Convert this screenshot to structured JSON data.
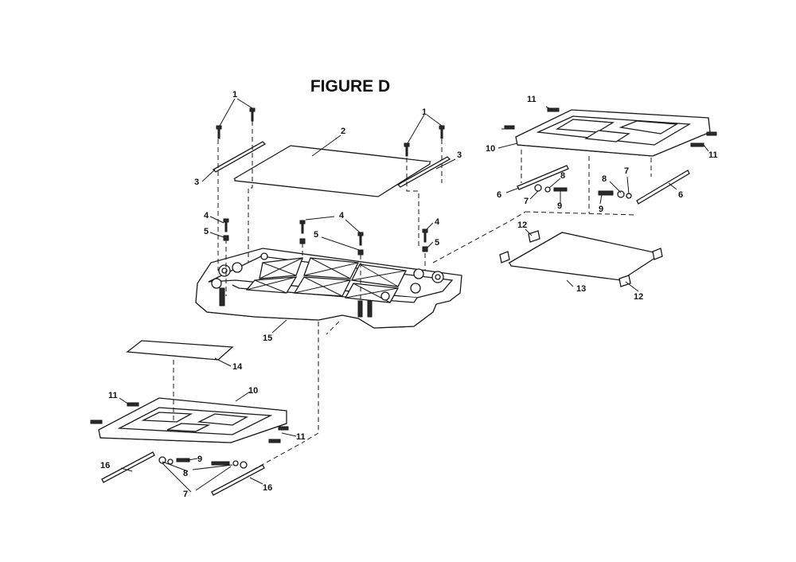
{
  "figure_title": "FIGURE D",
  "callouts": {
    "c1a": "1",
    "c1b": "1",
    "c2": "2",
    "c3a": "3",
    "c3b": "3",
    "c4a": "4",
    "c4b": "4",
    "c4c": "4",
    "c5a": "5",
    "c5b": "5",
    "c5c": "5",
    "c6a": "6",
    "c6b": "6",
    "c7a": "7",
    "c7b": "7",
    "c7c": "7",
    "c8a": "8",
    "c8b": "8",
    "c8c": "8",
    "c9a": "9",
    "c9b": "9",
    "c9c": "9",
    "c10a": "10",
    "c10b": "10",
    "c11a": "11",
    "c11b": "11",
    "c11c": "11",
    "c11d": "11",
    "c12a": "12",
    "c12b": "12",
    "c13": "13",
    "c14": "14",
    "c15": "15",
    "c16a": "16",
    "c16b": "16"
  }
}
